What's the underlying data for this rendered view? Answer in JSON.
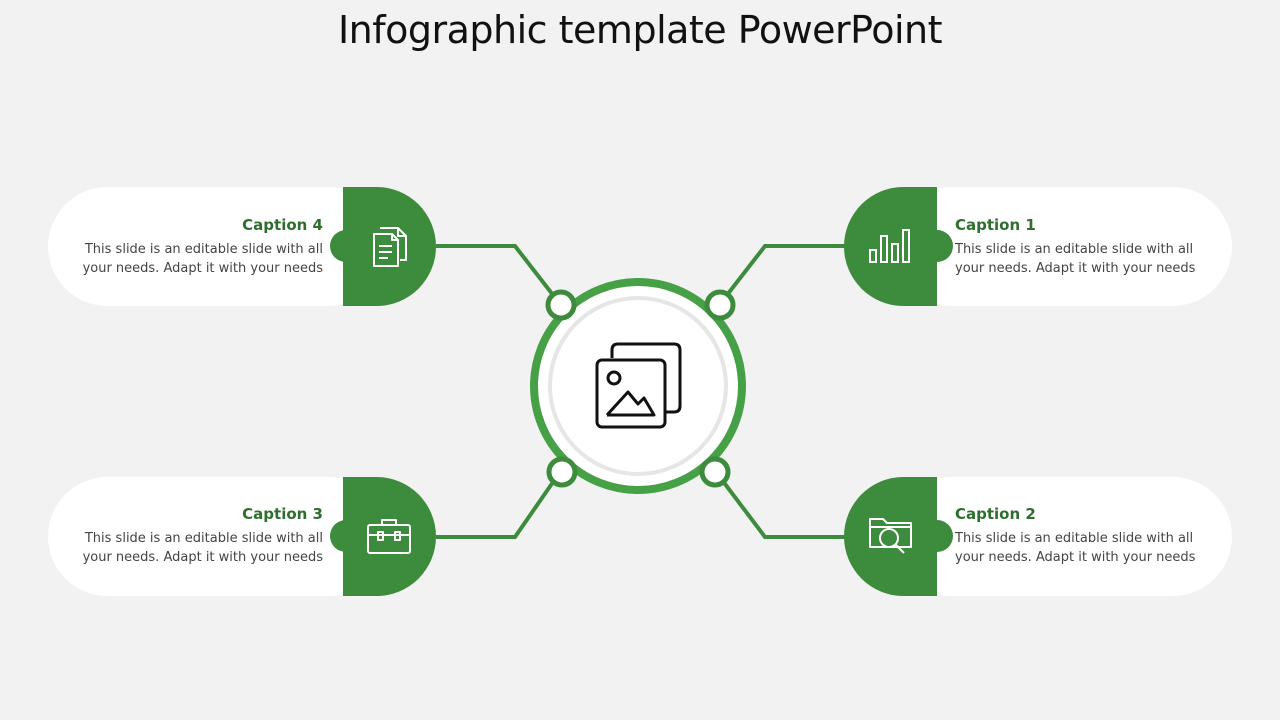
{
  "title": "Infographic template PowerPoint",
  "colors": {
    "accent": "#3d8b3d",
    "caption": "#2e6e2e",
    "background": "#f2f2f2"
  },
  "center": {
    "icon": "images-icon"
  },
  "items": [
    {
      "caption": "Caption 1",
      "text": "This slide is an editable slide with all your needs. Adapt it with your needs",
      "icon": "bar-chart-icon"
    },
    {
      "caption": "Caption 2",
      "text": "This slide is an editable slide with all your needs. Adapt it with your needs",
      "icon": "folder-search-icon"
    },
    {
      "caption": "Caption 3",
      "text": "This slide is an editable slide with all your needs. Adapt it with your needs",
      "icon": "briefcase-icon"
    },
    {
      "caption": "Caption 4",
      "text": "This slide is an editable slide with all your needs. Adapt it with your needs",
      "icon": "documents-icon"
    }
  ]
}
